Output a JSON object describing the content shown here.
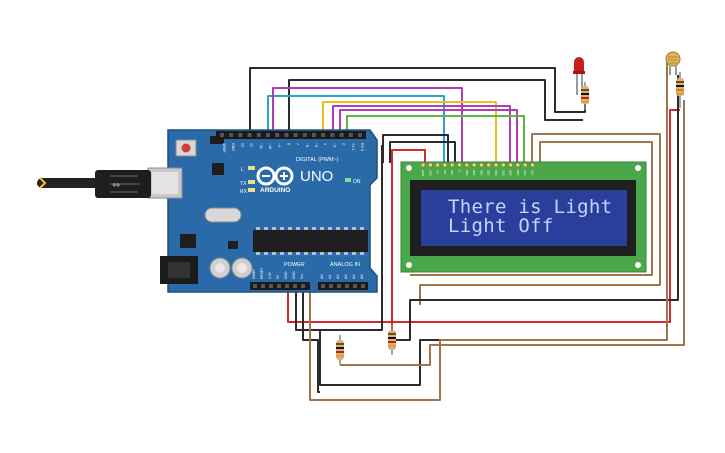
{
  "board": {
    "model": "UNO",
    "brand": "ARDUINO",
    "digital_label": "DIGITAL (PWM~)",
    "power_label": "POWER",
    "analog_label": "ANALOG IN",
    "on_label": "ON",
    "tx_label": "TX",
    "rx_label": "RX",
    "l_label": "L",
    "digital_pins": [
      "AREF",
      "GND",
      "13",
      "12",
      "~11",
      "~10",
      "~9",
      "8",
      "7",
      "~6",
      "~5",
      "4",
      "~3",
      "2",
      "TX 1",
      "RX 0"
    ],
    "power_pins": [
      "IOREF",
      "RESET",
      "3.3V",
      "5V",
      "GND",
      "GND",
      "Vin"
    ],
    "analog_pins": [
      "A0",
      "A1",
      "A2",
      "A3",
      "A4",
      "A5"
    ]
  },
  "lcd": {
    "line1": "There is Light",
    "line2": "Light Off",
    "pins": [
      "GND",
      "VCC",
      "V0",
      "RS",
      "RW",
      "E",
      "DB0",
      "DB1",
      "DB2",
      "DB3",
      "DB4",
      "DB5",
      "DB6",
      "DB7",
      "LED",
      "LED"
    ]
  },
  "colors": {
    "board": "#2a6aa8",
    "lcd_pcb": "#4aa84a",
    "lcd_screen": "#2a3f9c",
    "wire_black": "#2b2b2b",
    "wire_brown": "#a0744c",
    "wire_red": "#d22a2a",
    "wire_cyan": "#2ca0d8",
    "wire_magenta": "#b33bb6",
    "wire_yellow": "#e6c21a",
    "wire_green": "#5ab83a"
  }
}
